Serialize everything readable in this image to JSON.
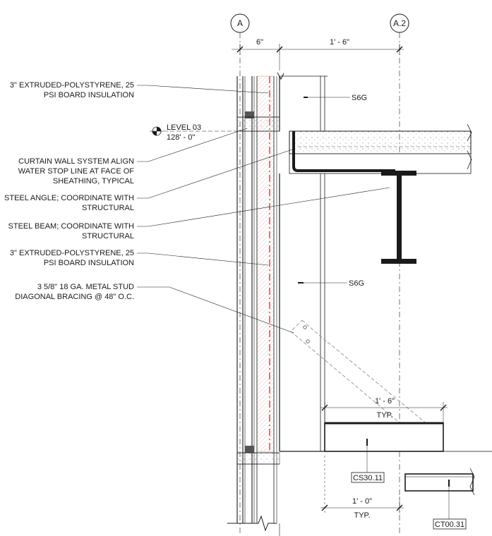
{
  "grids": {
    "a": "A",
    "a2": "A.2"
  },
  "dimensions": {
    "top_left": "6\"",
    "top_right": "1' - 6\"",
    "mid": "1' - 6\"",
    "mid_typ": "TYP.",
    "bottom": "1' - 0\"",
    "bottom_typ": "TYP."
  },
  "level": {
    "name": "LEVEL 03",
    "elevation": "128' - 0\""
  },
  "notes": {
    "n1": [
      "3\" EXTRUDED-POLYSTYRENE, 25",
      "PSI BOARD INSULATION"
    ],
    "n2": [
      "CURTAIN WALL SYSTEM ALIGN",
      "WATER STOP LINE AT FACE OF",
      "SHEATHING, TYPICAL"
    ],
    "n3": [
      "STEEL ANGLE; COORDINATE WITH",
      "STRUCTURAL"
    ],
    "n4": [
      "STEEL BEAM; COORDINATE WITH",
      "STRUCTURAL"
    ],
    "n5": [
      "3\" EXTRUDED-POLYSTYRENE, 25",
      "PSI BOARD INSULATION"
    ],
    "n6": [
      "3 5/8\" 18 GA. METAL STUD",
      "DIAGONAL BRACING @ 48\" O.C."
    ]
  },
  "tags": {
    "s6g_top": "S6G",
    "s6g_mid": "S6G",
    "cs": "CS30.11",
    "ct": "CT00.31"
  },
  "colors": {
    "line": "#1a1a1a",
    "accent": "#e0281e",
    "light": "#9a9a9a"
  }
}
